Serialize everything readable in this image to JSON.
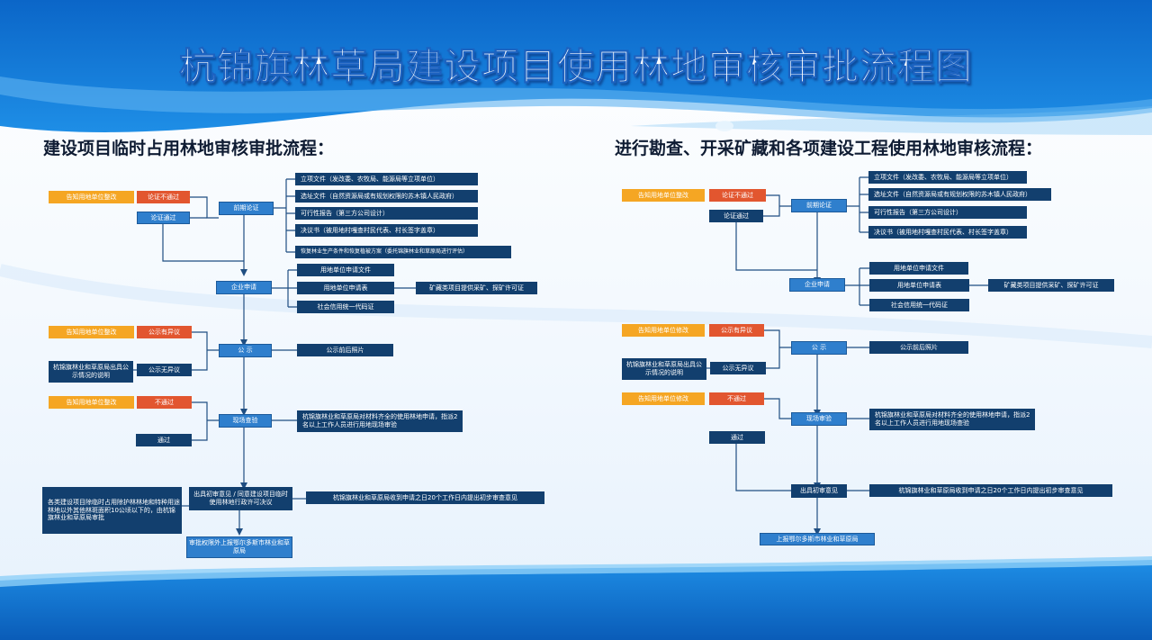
{
  "title": "杭锦旗林草局建设项目使用林地审核审批流程图",
  "left": {
    "heading": "建设项目临时占用林地审核审批流程：",
    "nodes": {
      "notice_1": "告知用地单位整改",
      "reject_1": "论证不通过",
      "pass_1": "论证通过",
      "pre_study": "前期论证",
      "doc_1": "立项文件（发改委、农牧局、能源局等立项单位）",
      "doc_2": "选址文件（自然资源局或有规划权限的苏木镇人民政府）",
      "doc_3": "可行性报告（第三方公司设计）",
      "doc_4": "决议书（被用地村嘎查村民代表、村长签字盖章）",
      "doc_5": "恢复林业生产条件和恢复植被方案（委托锦旗林业和草原局进行评估）",
      "apply": "企业申请",
      "apply_1": "用地单位申请文件",
      "apply_2": "用地单位申请表",
      "apply_3": "社会信用统一代码证",
      "mining": "矿藏类项目提供采矿、探矿许可证",
      "notice_2": "告知用地单位整改",
      "objection": "公示有异议",
      "publicity": "公 示",
      "publicity_photo": "公示前后照片",
      "explain": "杭锦旗林业和草原局出具公示情况的说明",
      "no_objection": "公示无异议",
      "notice_3": "告知用地单位整改",
      "fail": "不通过",
      "site": "现场查验",
      "site_desc": "杭锦旗林业和草原局对材料齐全的使用林地申请，指派2名以上工作人员进行用地现场审验",
      "passed": "通过",
      "side_note": "各类建设项目除临时占用除护林林地和特种用途林地以外其他林斑面积10公顷以下的，由杭锦旗林业和草原局审批",
      "opinion": "出具初审意见 / 同意建设项目临时使用林地行政许可决议",
      "opinion_desc": "杭锦旗林业和草原局收到申请之日20个工作日内提出初步审查意见",
      "final": "审批权限外上报鄂尔多斯市林业和草原局"
    }
  },
  "right": {
    "heading": "进行勘查、开采矿藏和各项建设工程使用林地审核流程：",
    "nodes": {
      "notice_1": "告知用地单位整改",
      "reject_1": "论证不通过",
      "pass_1": "论证通过",
      "pre_study": "前期论证",
      "doc_1": "立项文件（发改委、农牧局、能源局等立项单位）",
      "doc_2": "选址文件（自然资源局或有规划权限的苏木镇人民政府）",
      "doc_3": "可行性报告（第三方公司设计）",
      "doc_4": "决议书（被用地村嘎查村民代表、村长签字盖章）",
      "apply": "企业申请",
      "apply_1": "用地单位申请文件",
      "apply_2": "用地单位申请表",
      "apply_3": "社会信用统一代码证",
      "mining": "矿藏类项目提供采矿、探矿许可证",
      "notice_2": "告知用地单位修改",
      "objection": "公示有异议",
      "publicity": "公 示",
      "publicity_photo": "公示前后照片",
      "explain": "杭锦旗林业和草原局出具公示情况的说明",
      "no_objection": "公示无异议",
      "notice_3": "告知用地单位修改",
      "fail": "不通过",
      "site": "现场审验",
      "site_desc": "杭锦旗林业和草原局对材料齐全的使用林地申请，指派2名以上工作人员进行用地现场查验",
      "passed": "通过",
      "opinion": "出具初审意见",
      "opinion_desc": "杭锦旗林业和草原局收到申请之日20个工作日内提出初步审查意见",
      "final": "上报鄂尔多斯市林业和草原局"
    }
  }
}
